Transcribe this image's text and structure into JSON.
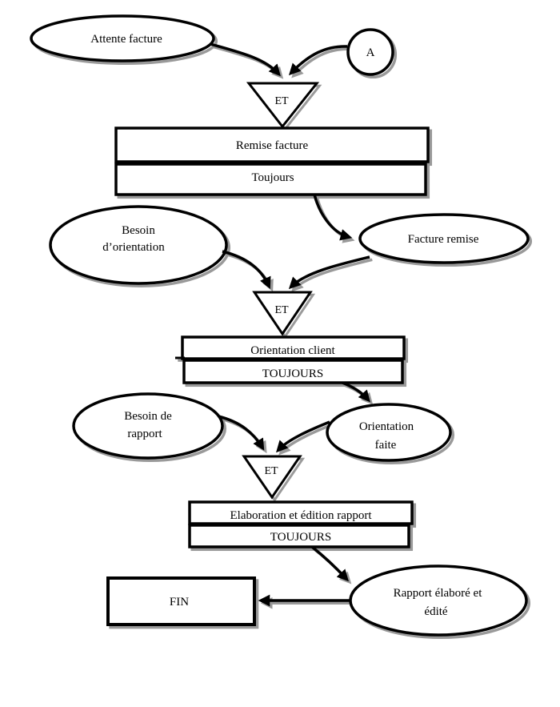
{
  "colors": {
    "ink": "#000000",
    "shadow": "#9a9a9a",
    "shape_fill": "#ffffff",
    "background": "#ffffff"
  },
  "diagram": {
    "type": "flowchart",
    "language": "fr",
    "events": {
      "attente_facture": {
        "label": "Attente facture"
      },
      "connector_a": {
        "label": "A"
      },
      "facture_remise": {
        "label": "Facture remise"
      },
      "besoin_orientation": {
        "line1": "Besoin",
        "line2": "d’orientation"
      },
      "orientation_faite": {
        "line1": "Orientation",
        "line2": "faite"
      },
      "besoin_rapport": {
        "line1": "Besoin de",
        "line2": "rapport"
      },
      "rapport_elabore": {
        "line1": "Rapport élaboré et",
        "line2": "édité"
      },
      "fin": {
        "label": "FIN"
      }
    },
    "operators": {
      "et1": {
        "label": "ET"
      },
      "et2": {
        "label": "ET"
      },
      "et3": {
        "label": "ET"
      }
    },
    "operations": {
      "remise_facture": {
        "title": "Remise facture",
        "rule": "Toujours"
      },
      "orientation_client": {
        "title": "Orientation client",
        "rule": "TOUJOURS"
      },
      "elaboration_rapport": {
        "title": "Elaboration et édition rapport",
        "rule": "TOUJOURS"
      }
    }
  }
}
